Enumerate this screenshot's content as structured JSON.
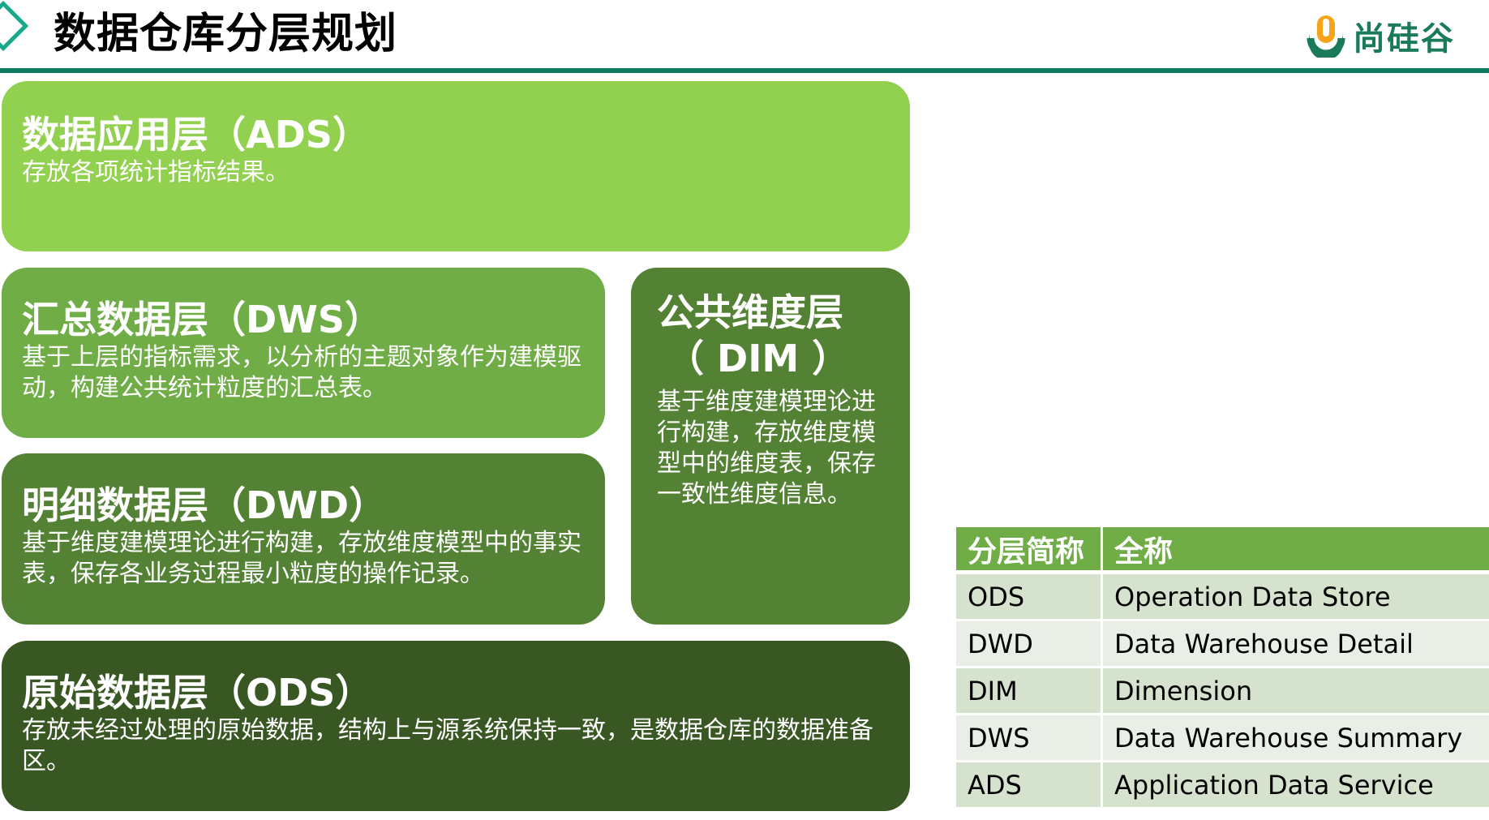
{
  "header": {
    "title": "数据仓库分层规划",
    "logo_text": "尚硅谷",
    "logo_icon": "u-circle-logo-icon",
    "accent_color": "#0e7a5e",
    "diamond_icon": "diamond-outline-icon"
  },
  "layers": {
    "ads": {
      "title": "数据应用层（ADS）",
      "desc": "存放各项统计指标结果。",
      "color": "#92d050"
    },
    "dws": {
      "title": "汇总数据层（DWS）",
      "desc": "基于上层的指标需求，以分析的主题对象作为建模驱动，构建公共统计粒度的汇总表。",
      "color": "#70ad47"
    },
    "dwd": {
      "title": "明细数据层（DWD）",
      "desc": "基于维度建模理论进行构建，存放维度模型中的事实表，保存各业务过程最小粒度的操作记录。",
      "color": "#548235"
    },
    "dim": {
      "title": "公共维度层",
      "title_abbr": "（ DIM ）",
      "desc": "基于维度建模理论进行构建，存放维度模型中的维度表，保存一致性维度信息。",
      "color": "#548235"
    },
    "ods": {
      "title": "原始数据层（ODS）",
      "desc": "存放未经过处理的原始数据，结构上与源系统保持一致，是数据仓库的数据准备区。",
      "color": "#385723"
    }
  },
  "table": {
    "headers": [
      "分层简称",
      "全称"
    ],
    "rows": [
      {
        "abbr": "ODS",
        "full": "Operation Data Store"
      },
      {
        "abbr": "DWD",
        "full": "Data Warehouse Detail"
      },
      {
        "abbr": "DIM",
        "full": "Dimension"
      },
      {
        "abbr": "DWS",
        "full": "Data Warehouse Summary"
      },
      {
        "abbr": "ADS",
        "full": "Application Data Service"
      }
    ],
    "header_color": "#70ad47",
    "row_colors": [
      "#d5e3ce",
      "#e9efe6"
    ]
  }
}
